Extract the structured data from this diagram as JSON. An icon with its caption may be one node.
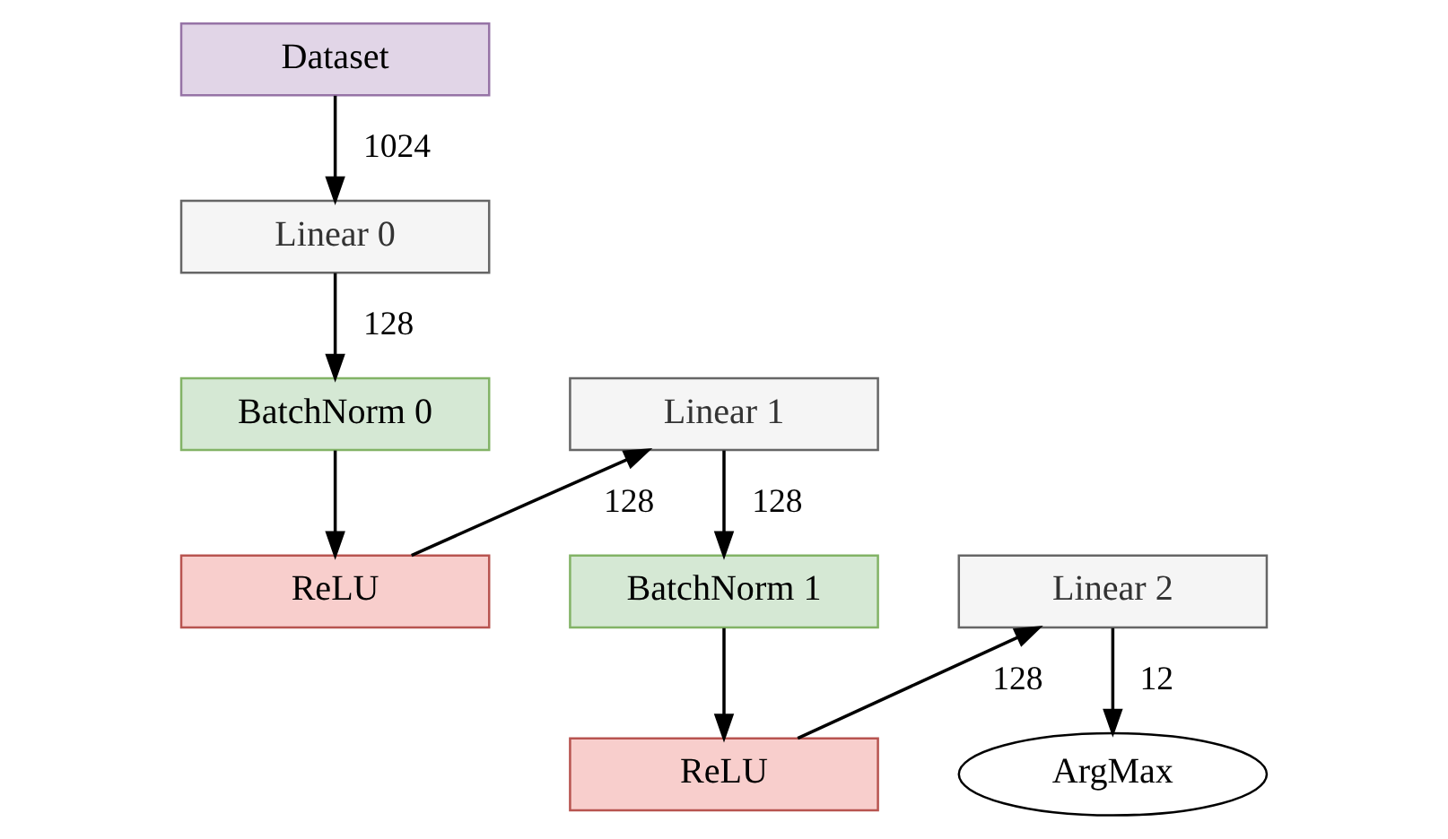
{
  "diagram": {
    "nodes": [
      {
        "text": [
          "Dataset"
        ]
      },
      {
        "text": [
          "Linear 0"
        ]
      },
      {
        "text": [
          "BatchNorm 0"
        ]
      },
      {
        "text": [
          "ReLU"
        ]
      },
      {
        "text": [
          "Linear 1"
        ]
      },
      {
        "text": [
          "BatchNorm 1"
        ]
      },
      {
        "text": [
          "ReLU"
        ]
      },
      {
        "text": [
          "Linear 2"
        ]
      },
      {
        "text": [
          "ArgMax"
        ]
      }
    ],
    "edges": [
      {
        "from": 0,
        "to": 1,
        "arrow": "to",
        "label": "1024"
      },
      {
        "from": 1,
        "to": 2,
        "arrow": "to",
        "label": "128"
      },
      {
        "from": 2,
        "to": 3,
        "arrow": "to"
      },
      {
        "from": 3,
        "to": 4,
        "arrow": "to",
        "label": "128"
      },
      {
        "from": 4,
        "to": 5,
        "arrow": "to",
        "label": "128"
      },
      {
        "from": 5,
        "to": 6,
        "arrow": "to"
      },
      {
        "from": 6,
        "to": 7,
        "arrow": "to",
        "label": "128"
      },
      {
        "from": 7,
        "to": 8,
        "arrow": "to",
        "label": "12"
      }
    ]
  }
}
